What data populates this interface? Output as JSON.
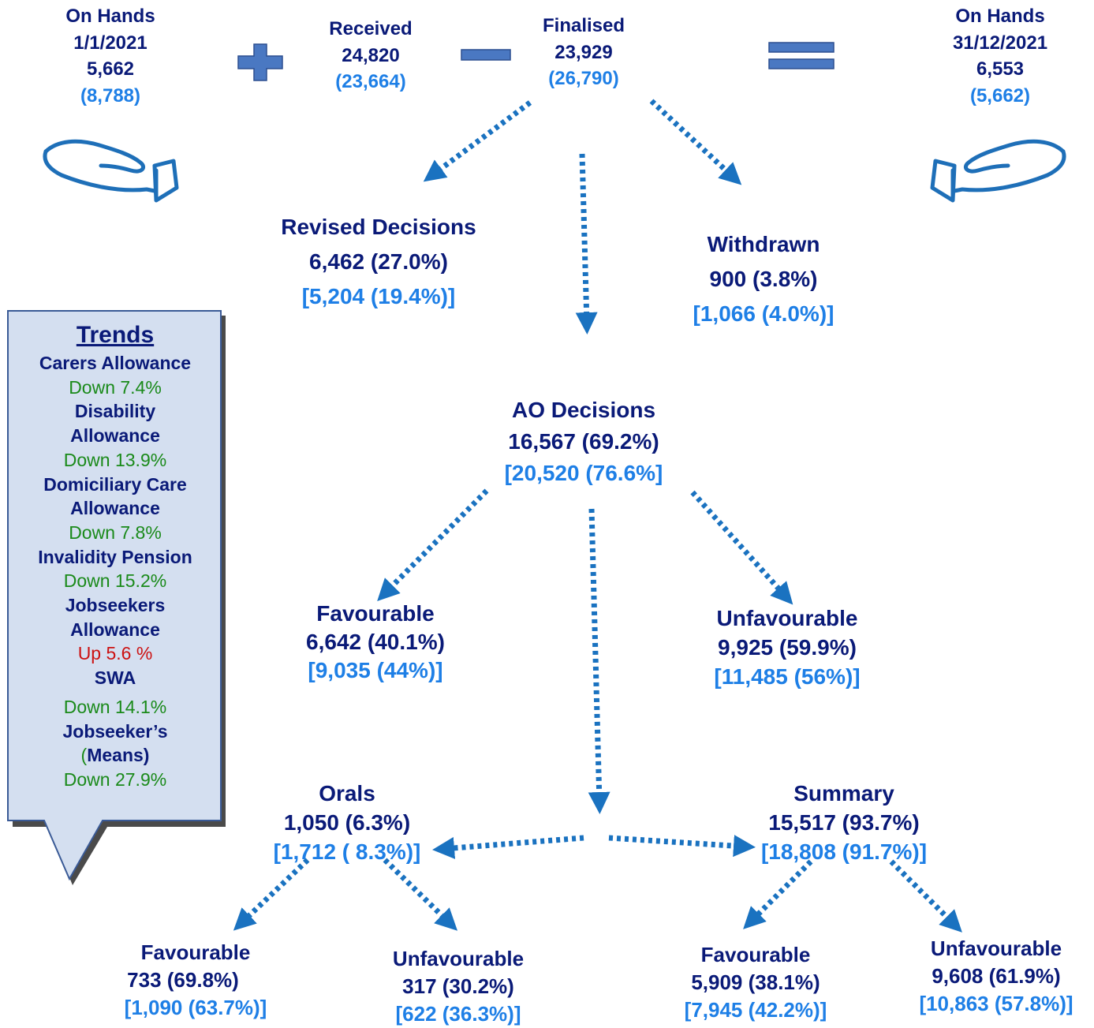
{
  "header": {
    "on_hands_start": {
      "label": "On Hands",
      "date": "1/1/2021",
      "value": "5,662",
      "prev": "(8,788)"
    },
    "received": {
      "label": "Received",
      "value": "24,820",
      "prev": "(23,664)"
    },
    "finalised": {
      "label": "Finalised",
      "value": "23,929",
      "prev": "(26,790)"
    },
    "on_hands_end": {
      "label": "On Hands",
      "date": "31/12/2021",
      "value": "6,553",
      "prev": "(5,662)"
    }
  },
  "operators": {
    "plus": "plus-icon",
    "minus": "minus-icon",
    "equals": "equals-icon"
  },
  "icons": {
    "left": "open-hand-icon",
    "right": "open-hand-icon"
  },
  "revised": {
    "label": "Revised Decisions",
    "value": "6,462 (27.0%)",
    "prev": "[5,204 (19.4%)]"
  },
  "withdrawn": {
    "label": "Withdrawn",
    "value": "900 (3.8%)",
    "prev": "[1,066 (4.0%)]"
  },
  "ao": {
    "label": "AO Decisions",
    "value": "16,567 (69.2%)",
    "prev": "[20,520 (76.6%]"
  },
  "ao_favourable": {
    "label": "Favourable",
    "value": "6,642 (40.1%)",
    "prev": "[9,035 (44%)]"
  },
  "ao_unfavourable": {
    "label": "Unfavourable",
    "value": "9,925 (59.9%)",
    "prev": "[11,485 (56%)]"
  },
  "orals": {
    "label": "Orals",
    "value": "1,050 (6.3%)",
    "prev": "[1,712 ( 8.3%)]"
  },
  "summary": {
    "label": "Summary",
    "value": "15,517 (93.7%)",
    "prev": "[18,808 (91.7%)]"
  },
  "orals_favourable": {
    "label": "Favourable",
    "value": "733 (69.8%)",
    "prev": "[1,090 (63.7%)]"
  },
  "orals_unfavourable": {
    "label": "Unfavourable",
    "value": "317 (30.2%)",
    "prev": "[622 (36.3%)]"
  },
  "summary_favourable": {
    "label": "Favourable",
    "value": "5,909 (38.1%)",
    "prev": "[7,945 (42.2%)]"
  },
  "summary_unfavourable": {
    "label": "Unfavourable",
    "value": "9,608 (61.9%)",
    "prev": "[10,863 (57.8%)]"
  },
  "trends": {
    "title": "Trends",
    "carers": {
      "name": "Carers Allowance",
      "change": "Down 7.4%"
    },
    "disability": {
      "name1": "Disability",
      "name2": "Allowance",
      "change": "Down 13.9%"
    },
    "domiciliary": {
      "name1": "Domiciliary Care",
      "name2": "Allowance",
      "change": "Down 7.8%"
    },
    "invalidity": {
      "name": "Invalidity Pension",
      "change": "Down 15.2%"
    },
    "jobseekers": {
      "name1": "Jobseekers",
      "name2": "Allowance",
      "change": "Up 5.6 %"
    },
    "swa": {
      "name": "SWA",
      "change": "Down 14.1%"
    },
    "jobseekers_means": {
      "name1": "Jobseeker’s",
      "name2_open": "(",
      "name2_rest": "Means)",
      "change": "Down 27.9%"
    }
  },
  "colors": {
    "navy": "#0a1a78",
    "light_blue": "#1e7fe6",
    "arrow": "#1a72c0",
    "green": "#1a8a1a",
    "red": "#cc1111",
    "callout_fill": "#d4dff0",
    "icon_blue": "#4a78c2"
  }
}
